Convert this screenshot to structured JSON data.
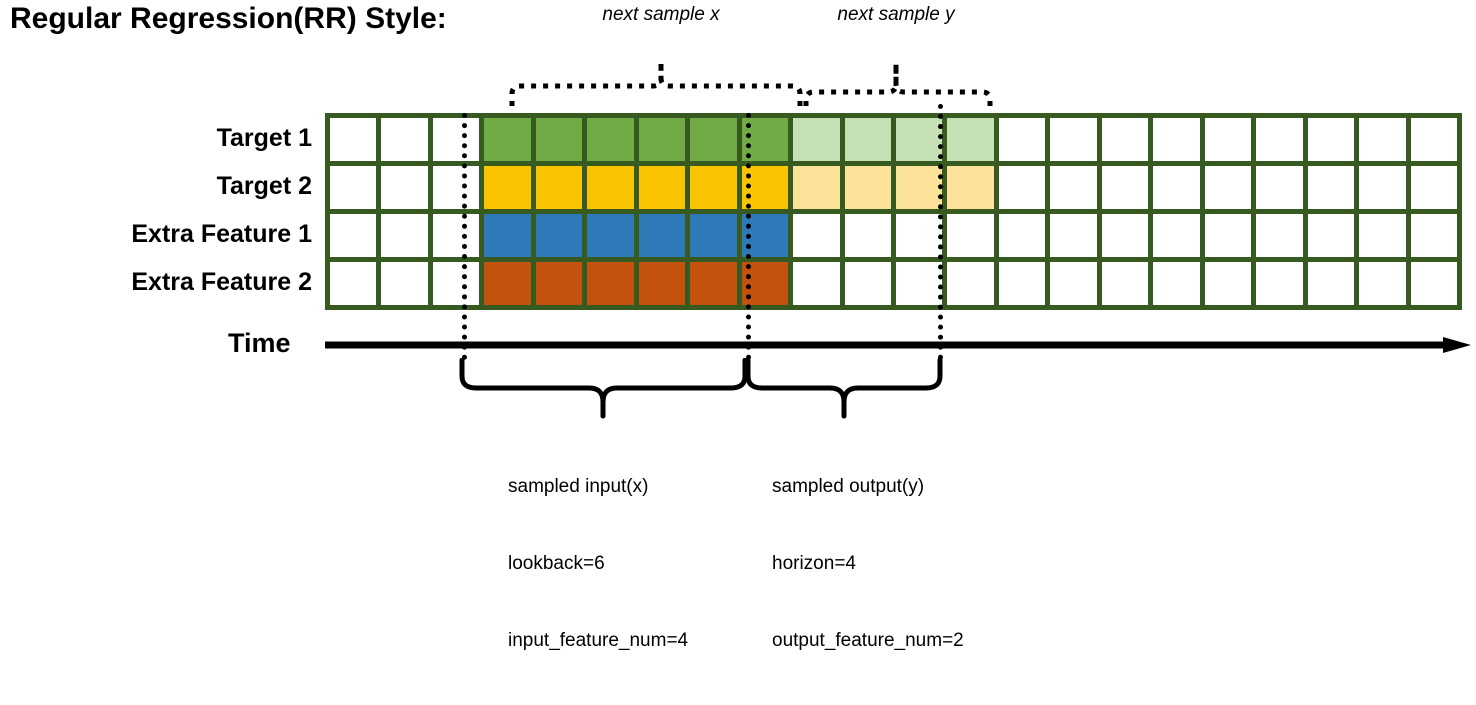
{
  "title": "Regular Regression(RR) Style:",
  "top_annotations": [
    {
      "name": "next-sample-x",
      "text": "next sample x"
    },
    {
      "name": "next-sample-y",
      "text": "next sample y"
    }
  ],
  "row_labels": [
    "Target 1",
    "Target 2",
    "Extra Feature 1",
    "Extra Feature 2"
  ],
  "axis": {
    "label": "Time"
  },
  "grid": {
    "columns": 22,
    "rows": 4,
    "lookback_start_col": 3,
    "lookback_end_col": 9,
    "horizon_end_col": 13,
    "border_color": "#375A21",
    "row_fills": [
      [
        "white",
        "white",
        "white",
        "green",
        "green",
        "green",
        "green",
        "green",
        "green",
        "lgreen",
        "lgreen",
        "lgreen",
        "lgreen",
        "white",
        "white",
        "white",
        "white",
        "white",
        "white",
        "white",
        "white",
        "white"
      ],
      [
        "white",
        "white",
        "white",
        "yellow",
        "yellow",
        "yellow",
        "yellow",
        "yellow",
        "yellow",
        "lyellow",
        "lyellow",
        "lyellow",
        "lyellow",
        "white",
        "white",
        "white",
        "white",
        "white",
        "white",
        "white",
        "white",
        "white"
      ],
      [
        "white",
        "white",
        "white",
        "blue",
        "blue",
        "blue",
        "blue",
        "blue",
        "blue",
        "white",
        "white",
        "white",
        "white",
        "white",
        "white",
        "white",
        "white",
        "white",
        "white",
        "white",
        "white",
        "white"
      ],
      [
        "white",
        "white",
        "white",
        "orange",
        "orange",
        "orange",
        "orange",
        "orange",
        "orange",
        "white",
        "white",
        "white",
        "white",
        "white",
        "white",
        "white",
        "white",
        "white",
        "white",
        "white",
        "white",
        "white"
      ]
    ],
    "colors": {
      "green": "#70AB46",
      "light_green": "#C5E0B4",
      "yellow": "#FBC400",
      "light_yellow": "#FDE39A",
      "blue": "#2E7AB8",
      "orange": "#C4520F",
      "border": "#375A21",
      "white": "#FFFFFF"
    }
  },
  "captions": [
    {
      "name": "sampled-input",
      "line1": "sampled input(x)",
      "line2": "lookback=6",
      "line3": "input_feature_num=4"
    },
    {
      "name": "sampled-output",
      "line1": "sampled output(y)",
      "line2": "horizon=4",
      "line3": "output_feature_num=2"
    }
  ]
}
